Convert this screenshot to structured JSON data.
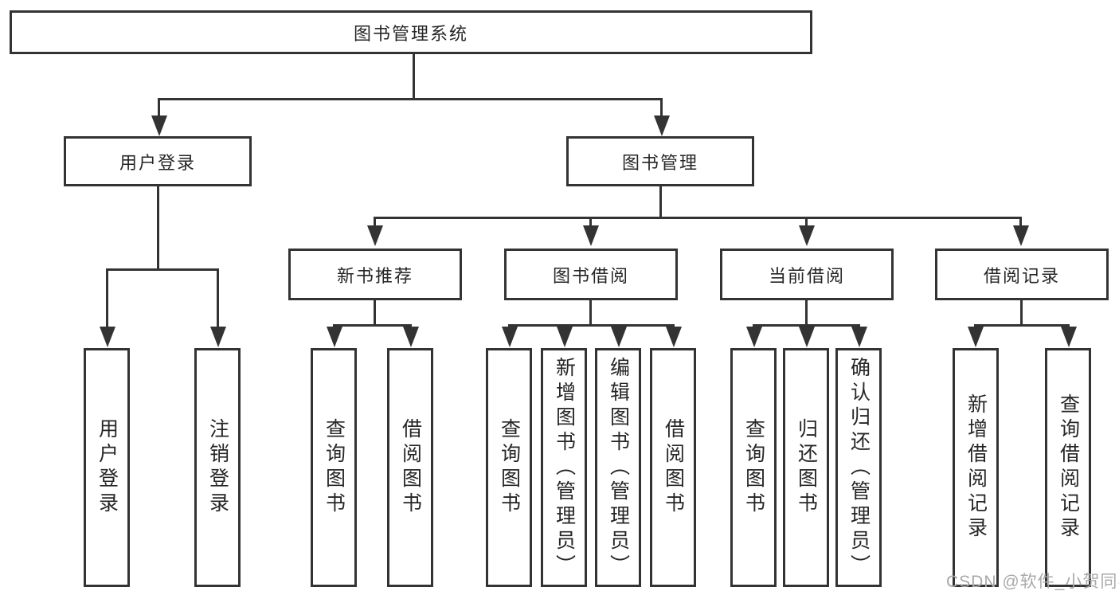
{
  "diagram": {
    "root": "图书管理系统",
    "user_login": {
      "label": "用户登录",
      "children": [
        "用户登录",
        "注销登录"
      ]
    },
    "book_management": {
      "label": "图书管理",
      "sections": [
        {
          "label": "新书推荐",
          "children": [
            "查询图书",
            "借阅图书"
          ]
        },
        {
          "label": "图书借阅",
          "children": [
            "查询图书",
            "新增图书（管理员）",
            "编辑图书（管理员）",
            "借阅图书"
          ]
        },
        {
          "label": "当前借阅",
          "children": [
            "查询图书",
            "归还图书",
            "确认归还（管理员）"
          ]
        },
        {
          "label": "借阅记录",
          "children": [
            "新增借阅记录",
            "查询借阅记录"
          ]
        }
      ]
    }
  },
  "watermark": {
    "text": "CSDN @软件_小贺同学"
  },
  "colors": {
    "line": "#333333",
    "text": "#262626",
    "background": "#ffffff",
    "watermark": "#a9a9a9"
  }
}
